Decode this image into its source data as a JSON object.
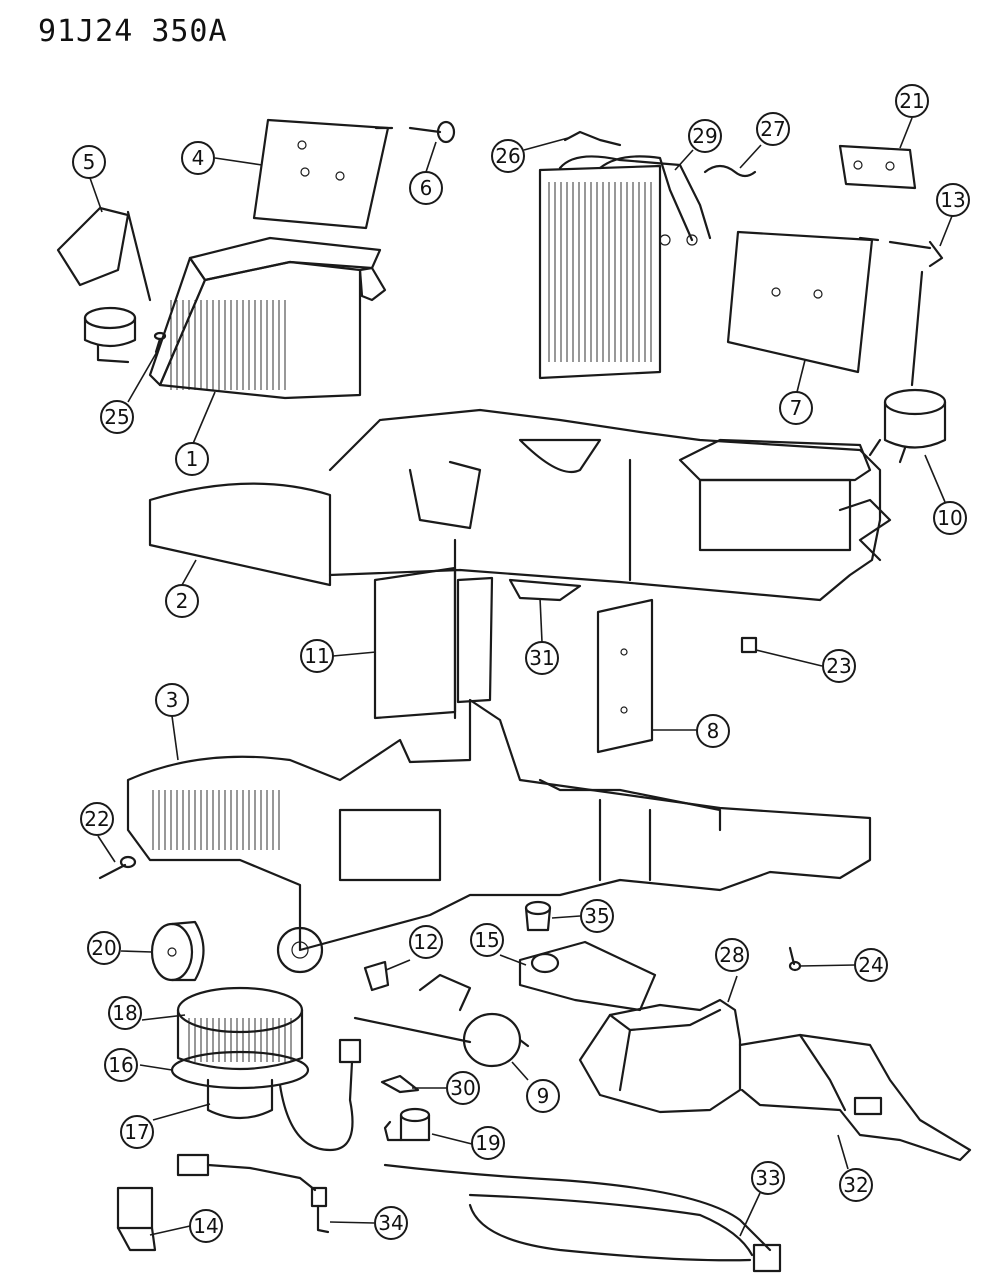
{
  "header": {
    "code1": "91J24",
    "code2": "350A"
  },
  "callouts": {
    "c1": "1",
    "c2": "2",
    "c3": "3",
    "c4": "4",
    "c5": "5",
    "c6": "6",
    "c7": "7",
    "c8": "8",
    "c9": "9",
    "c10": "10",
    "c11": "11",
    "c12": "12",
    "c13": "13",
    "c14": "14",
    "c15": "15",
    "c16": "16",
    "c17": "17",
    "c18": "18",
    "c19": "19",
    "c20": "20",
    "c21": "21",
    "c22": "22",
    "c23": "23",
    "c24": "24",
    "c25": "25",
    "c26": "26",
    "c27": "27",
    "c28": "28",
    "c29": "29",
    "c30": "30",
    "c31": "31",
    "c32": "32",
    "c33": "33",
    "c34": "34",
    "c35": "35"
  }
}
